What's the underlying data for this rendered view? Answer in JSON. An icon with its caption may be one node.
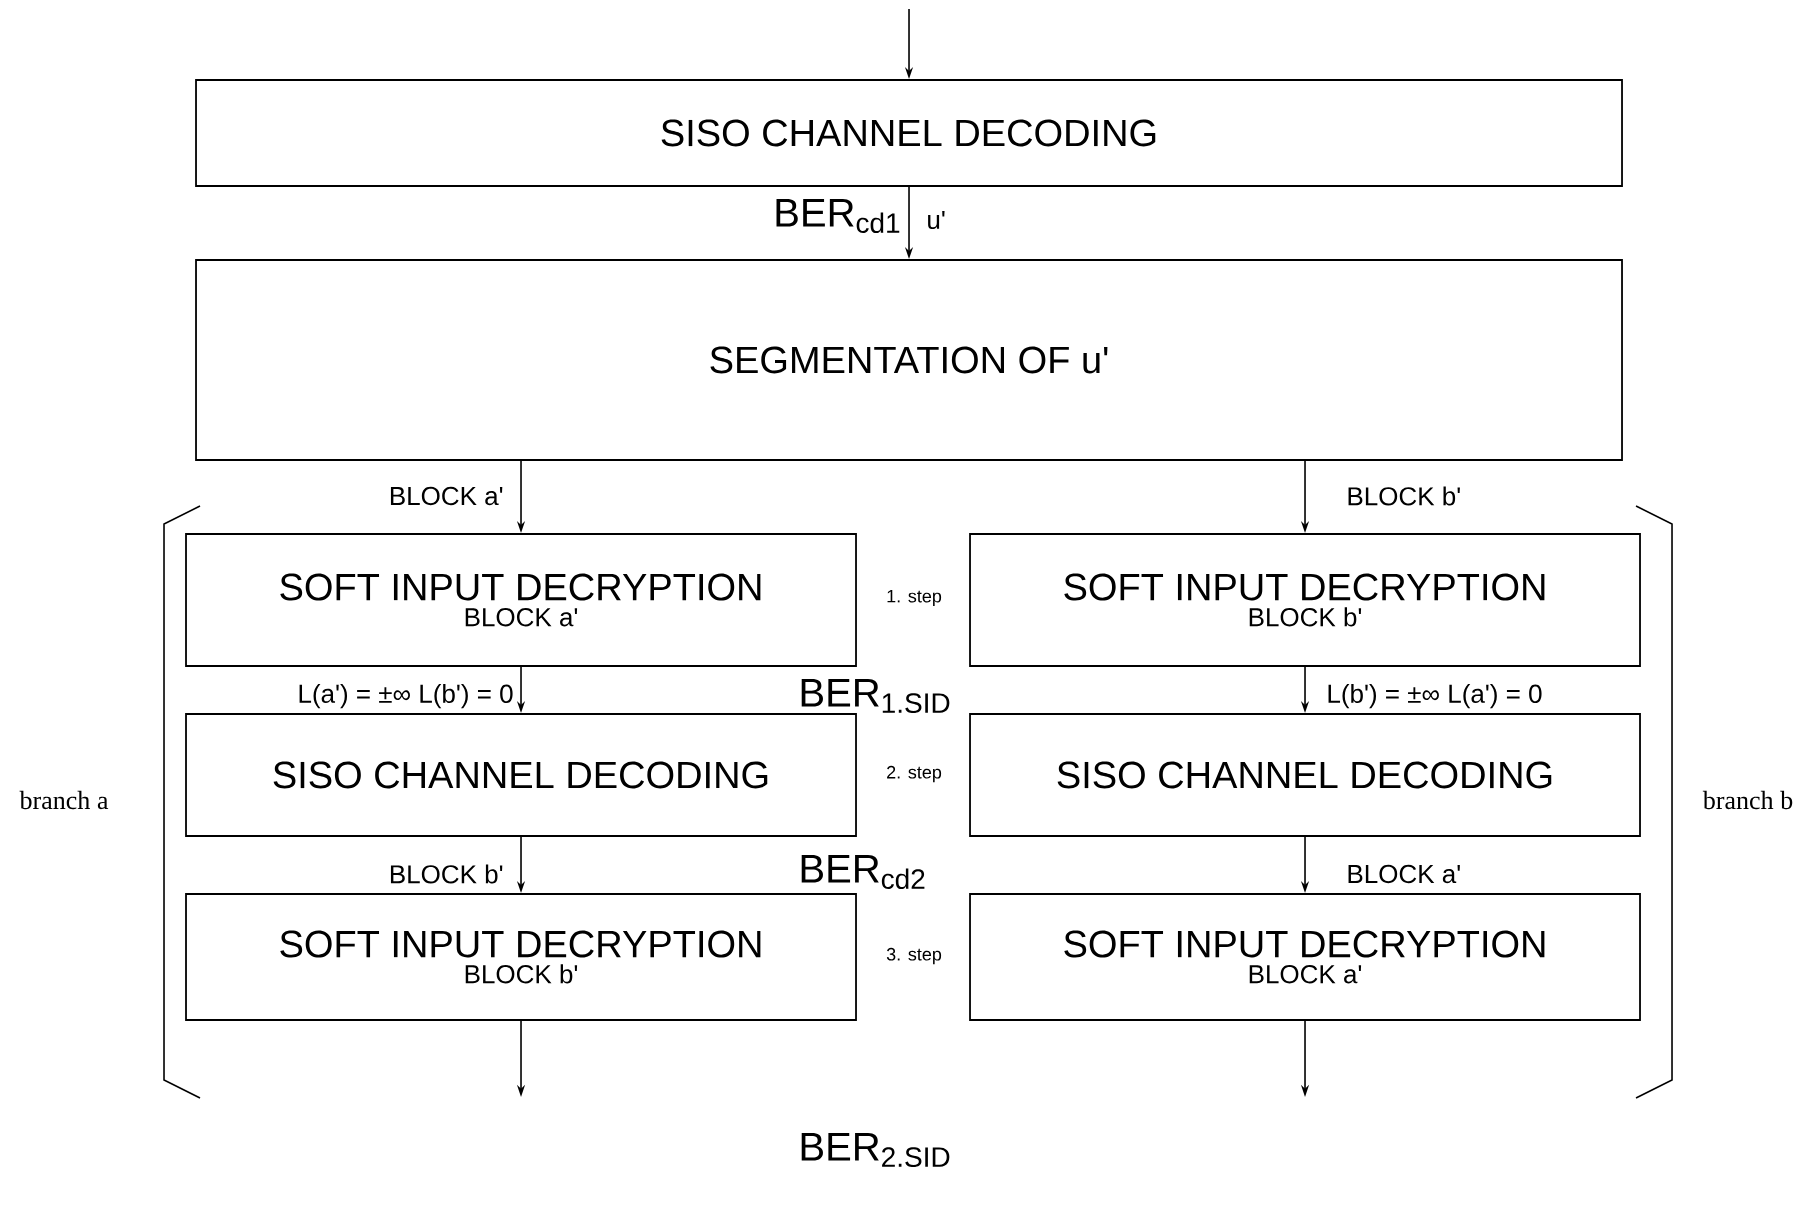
{
  "diagram": {
    "nodes": [
      {
        "text": [
          "SISO CHANNEL DECODING"
        ]
      },
      {
        "text": [
          "SEGMENTATION OF u'"
        ]
      },
      {
        "text": [
          "SOFT INPUT DECRYPTION",
          "BLOCK a'"
        ]
      },
      {
        "text": [
          "SOFT INPUT DECRYPTION",
          "BLOCK b'"
        ]
      },
      {
        "text": [
          "SISO CHANNEL DECODING"
        ]
      },
      {
        "text": [
          "SISO CHANNEL DECODING"
        ]
      },
      {
        "text": [
          "SOFT INPUT DECRYPTION",
          "BLOCK b'"
        ]
      },
      {
        "text": [
          "SOFT INPUT DECRYPTION",
          "BLOCK a'"
        ]
      }
    ],
    "edges": [
      {
        "from": null,
        "to": 0,
        "arrow": "to"
      },
      {
        "from": 0,
        "to": 1,
        "arrow": "to",
        "label": "u'"
      },
      {
        "from": 1,
        "to": 2,
        "arrow": "to",
        "label": "BLOCK a'"
      },
      {
        "from": 1,
        "to": 3,
        "arrow": "to",
        "label": "BLOCK b'"
      },
      {
        "from": 2,
        "to": 4,
        "arrow": "to",
        "label": "L(a') = ±∞  L(b') = 0"
      },
      {
        "from": 3,
        "to": 5,
        "arrow": "to",
        "label": "L(b') = ±∞  L(a') = 0"
      },
      {
        "from": 4,
        "to": 6,
        "arrow": "to",
        "label": "BLOCK b'"
      },
      {
        "from": 5,
        "to": 7,
        "arrow": "to",
        "label": "BLOCK a'"
      },
      {
        "from": 6,
        "to": null,
        "arrow": "to"
      },
      {
        "from": 7,
        "to": null,
        "arrow": "to"
      }
    ],
    "labels": [
      "BER$_{cd1}$",
      "1. step",
      "BER$_{1.SID}$",
      "branch a",
      "branch b",
      "2. step",
      "BER$_{cd2}$",
      "3. step",
      "BER$_{2.SID}$"
    ]
  }
}
